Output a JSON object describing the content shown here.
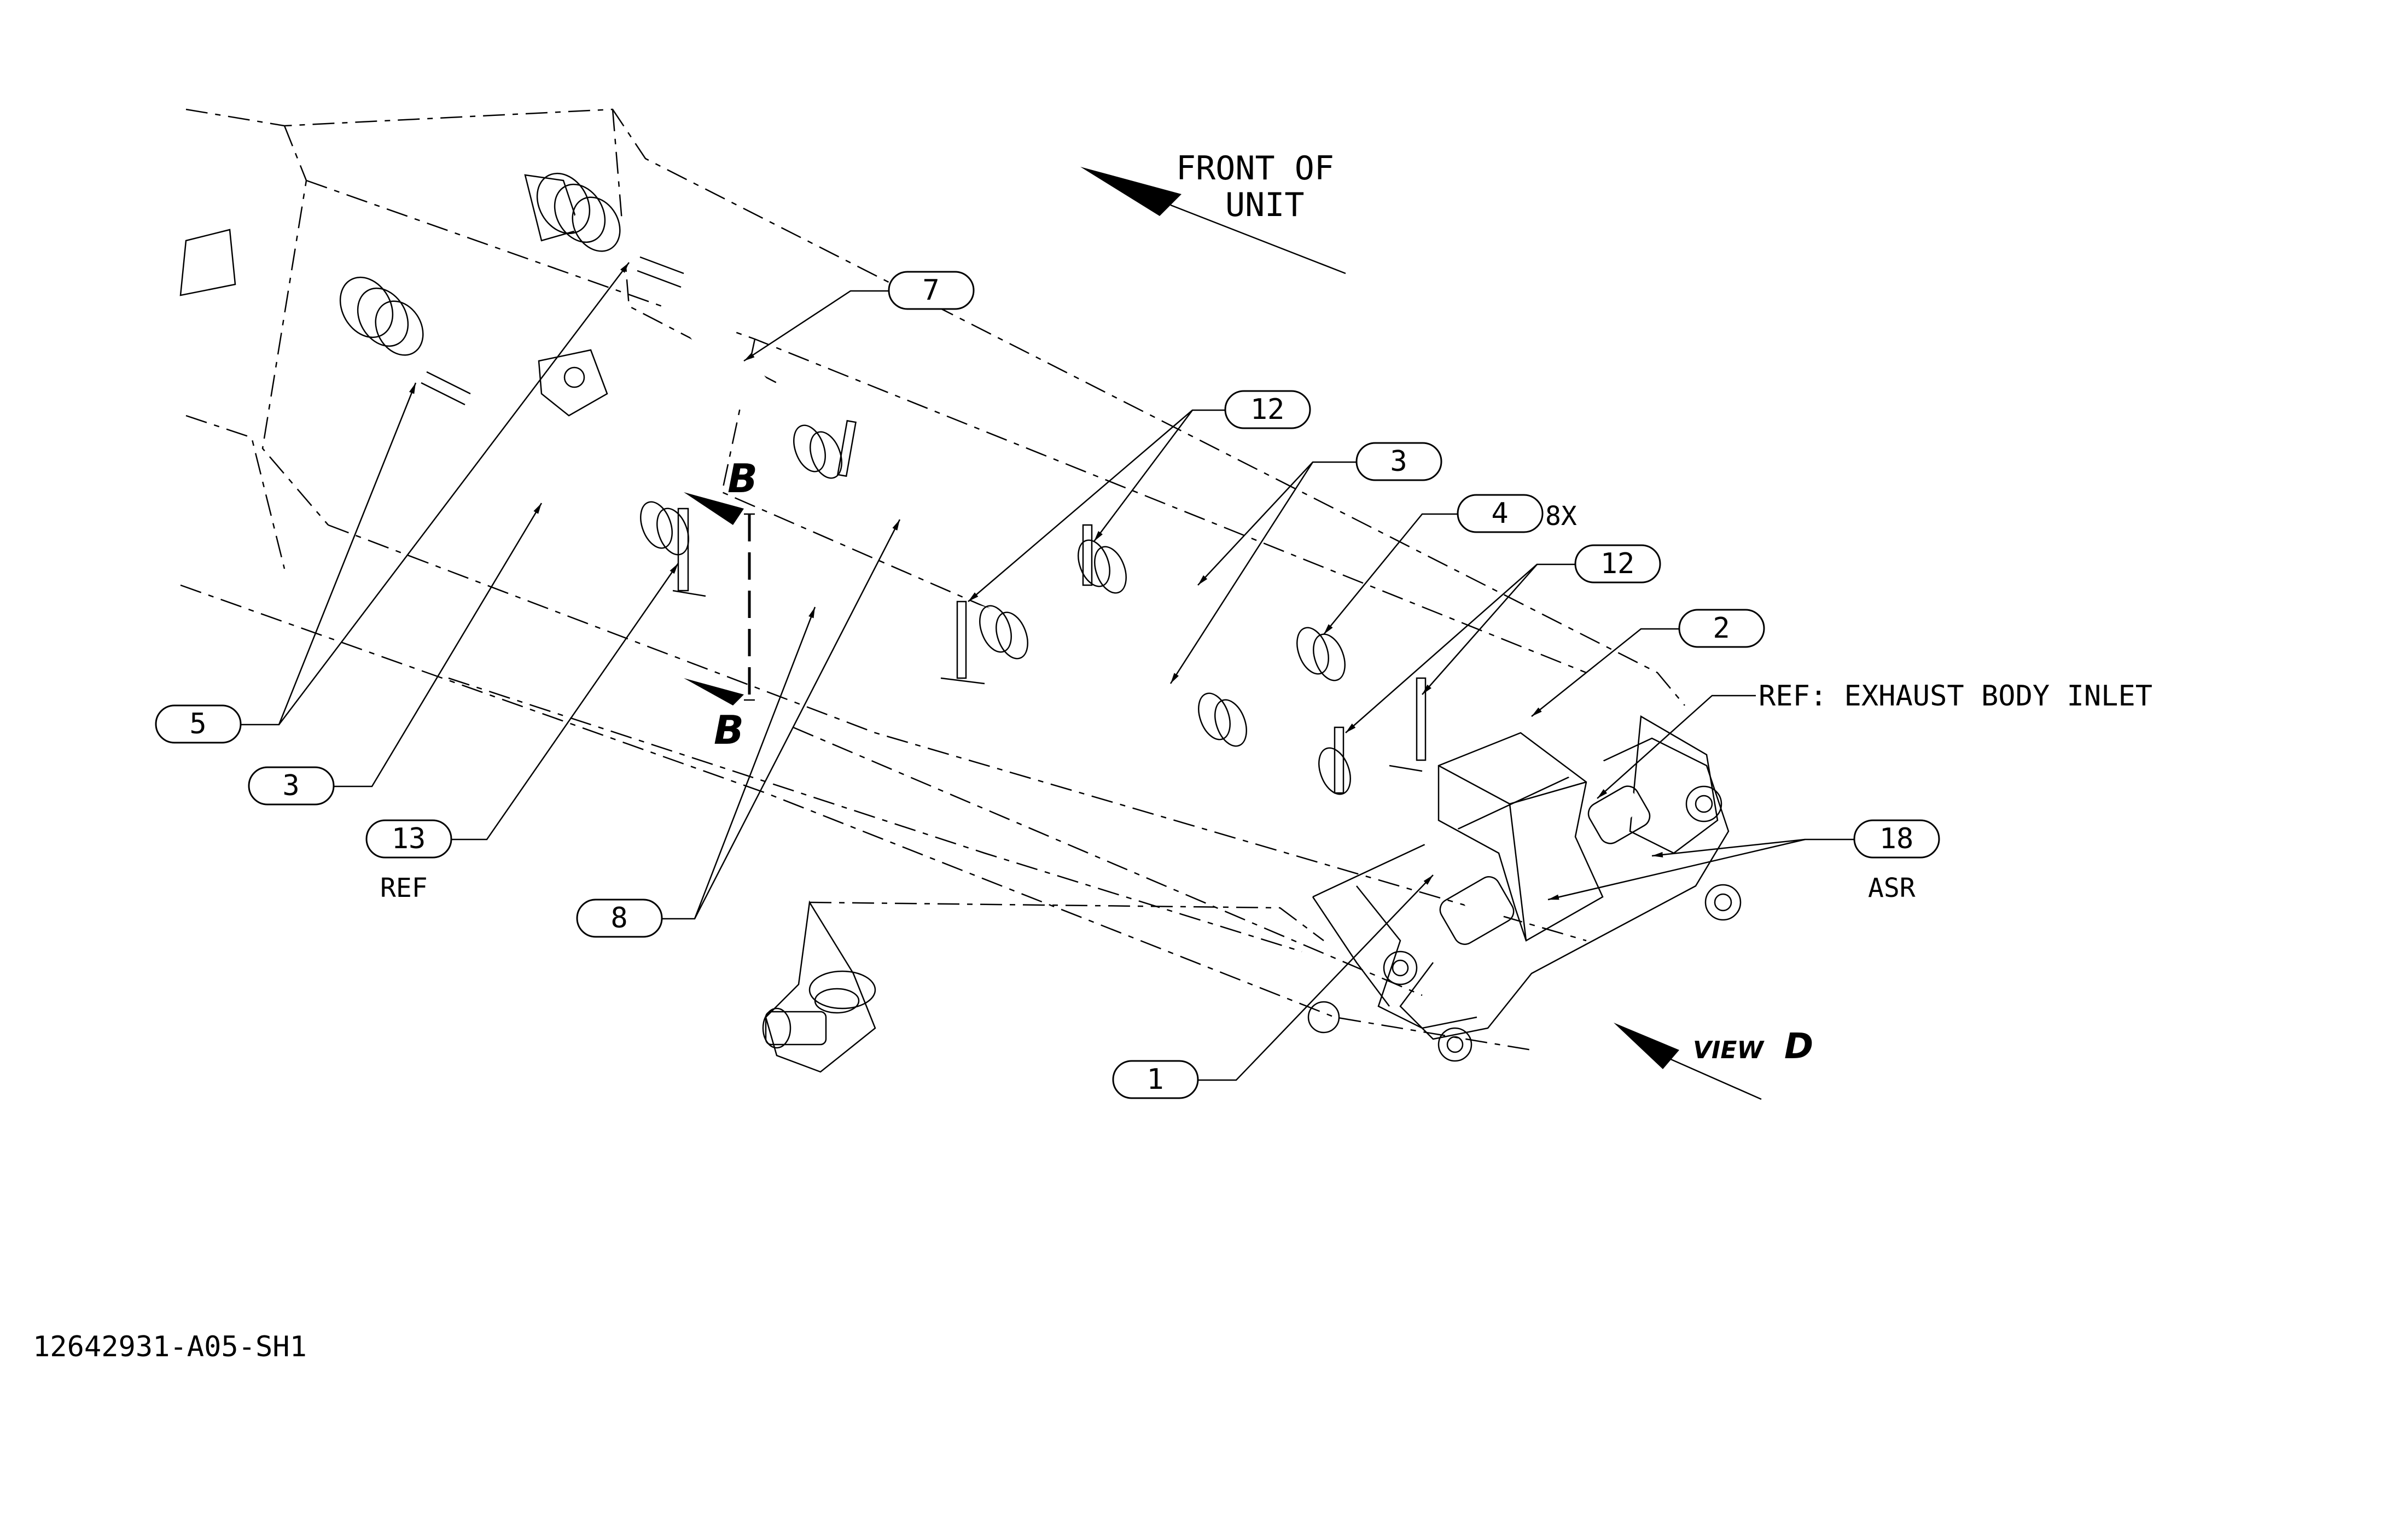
{
  "drawing_number": "12642931-A05-SH1",
  "front_of_unit": {
    "line1": "FRONT OF",
    "line2": "UNIT"
  },
  "section_label_top": "B",
  "section_label_bottom": "B",
  "view_label_prefix": "VIEW",
  "view_label_letter": "D",
  "ref_exhaust": "REF: EXHAUST BODY INLET",
  "qty_8x": "8X",
  "note_ref": "REF",
  "note_asr": "ASR",
  "balloons": {
    "b7": "7",
    "b12a": "12",
    "b3a": "3",
    "b4": "4",
    "b12b": "12",
    "b2": "2",
    "b18": "18",
    "b1": "1",
    "b8": "8",
    "b13": "13",
    "b3b": "3",
    "b5": "5"
  }
}
